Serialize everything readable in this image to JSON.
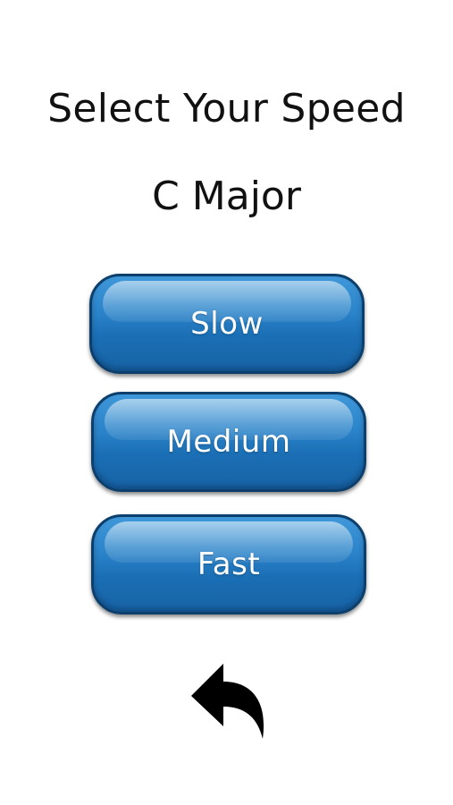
{
  "screen": {
    "title": "Select Your Speed",
    "key": "C Major"
  },
  "speed_options": [
    {
      "label": "Slow"
    },
    {
      "label": "Medium"
    },
    {
      "label": "Fast"
    }
  ],
  "back": {
    "icon": "back-arrow-icon"
  },
  "colors": {
    "button_blue": "#2a82c8",
    "button_border": "#0c3f6c",
    "text": "#111111",
    "background": "#ffffff"
  }
}
